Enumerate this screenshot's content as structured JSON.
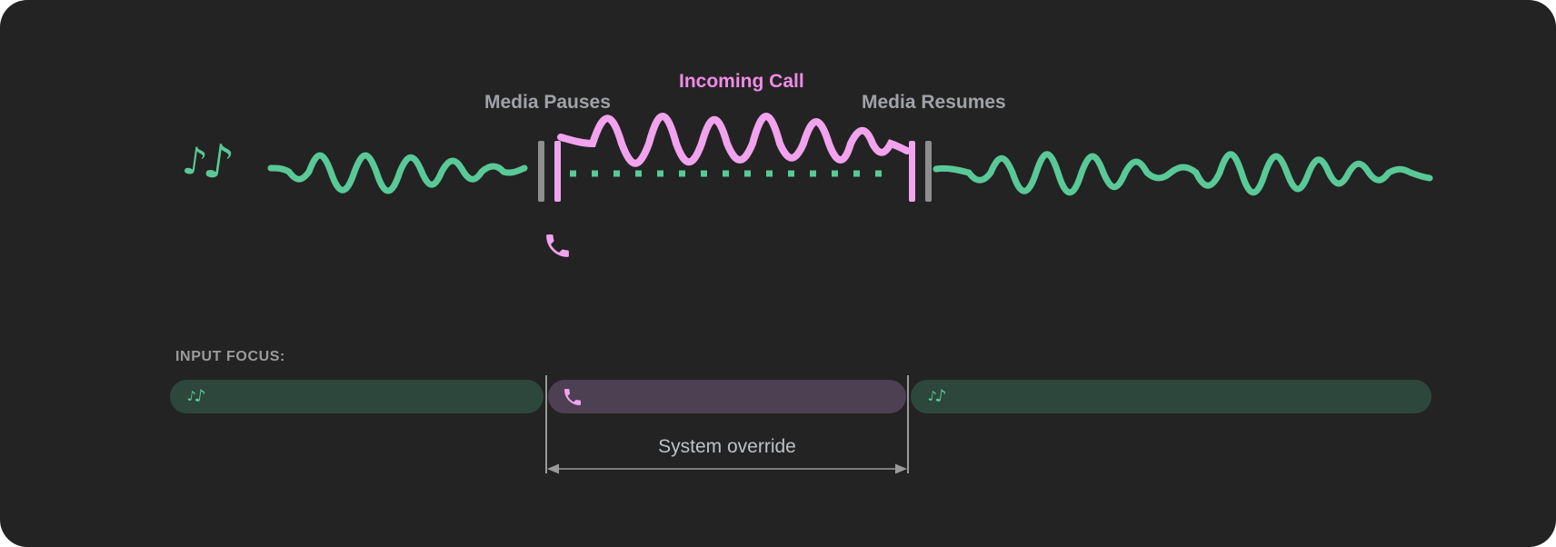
{
  "colors": {
    "page_bg": "#ffffff",
    "card_bg": "#232323",
    "media_green": "#59C997",
    "media_green_dim": "#2D473C",
    "call_pink": "#F1A3EE",
    "call_pink_text": "#EE8BE7",
    "call_purple_dim": "#4C4052",
    "pause_gray": "#8E8E8E",
    "label_gray": "#9FA3A8",
    "annotation_gray": "#BDC1C6",
    "arrow_gray": "#9A9A9A",
    "heading_gray": "#9B9B9B"
  },
  "icons": {
    "note_glyph": "♪",
    "music_notes_name": "music-notes",
    "phone_name": "phone-handset"
  },
  "timeline": {
    "media_pauses_label": "Media Pauses",
    "incoming_call_label": "Incoming Call",
    "media_resumes_label": "Media Resumes"
  },
  "input_focus": {
    "heading": "INPUT FOCUS:",
    "system_override_label": "System override",
    "segments": [
      {
        "type": "media",
        "icon": "music-notes"
      },
      {
        "type": "call",
        "icon": "phone-handset"
      },
      {
        "type": "media",
        "icon": "music-notes"
      }
    ]
  }
}
